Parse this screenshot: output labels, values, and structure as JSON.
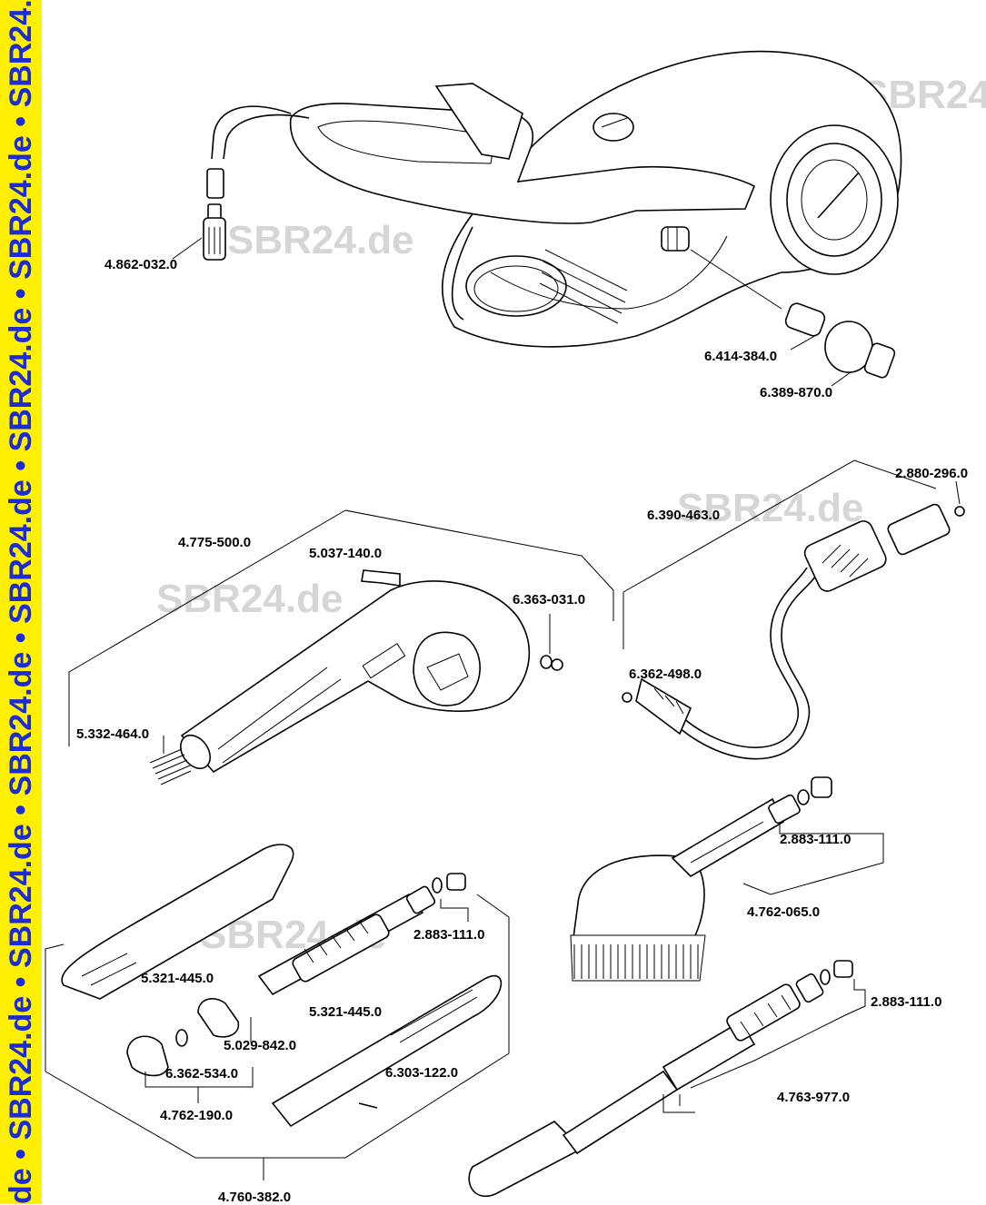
{
  "banner": {
    "text": "de • SBR24.de • SBR24.de • SBR24.de • SBR24.de • SBR24.de • SBR24.de • SBR24.de • SB",
    "color": "#1b2bd6",
    "background": "#ffef00"
  },
  "watermarks": [
    "SBR24.de",
    "SBR24.de",
    "SBR24.de",
    "SBR24.de",
    "SBR24.de"
  ],
  "labels": {
    "p_4862_032": "4.862-032.0",
    "p_6414_384": "6.414-384.0",
    "p_6389_870": "6.389-870.0",
    "p_2880_296": "2.880-296.0",
    "p_6390_463": "6.390-463.0",
    "p_4775_500": "4.775-500.0",
    "p_5037_140": "5.037-140.0",
    "p_6363_031": "6.363-031.0",
    "p_6362_498": "6.362-498.0",
    "p_5332_464": "5.332-464.0",
    "p_2883_111_a": "2.883-111.0",
    "p_4762_065": "4.762-065.0",
    "p_2883_111_b": "2.883-111.0",
    "p_5321_445_a": "5.321-445.0",
    "p_5321_445_b": "5.321-445.0",
    "p_5029_842": "5.029-842.0",
    "p_6362_534": "6.362-534.0",
    "p_6303_122": "6.303-122.0",
    "p_4762_190": "4.762-190.0",
    "p_2883_111_c": "2.883-111.0",
    "p_4763_977": "4.763-977.0",
    "p_4760_382": "4.760-382.0"
  }
}
